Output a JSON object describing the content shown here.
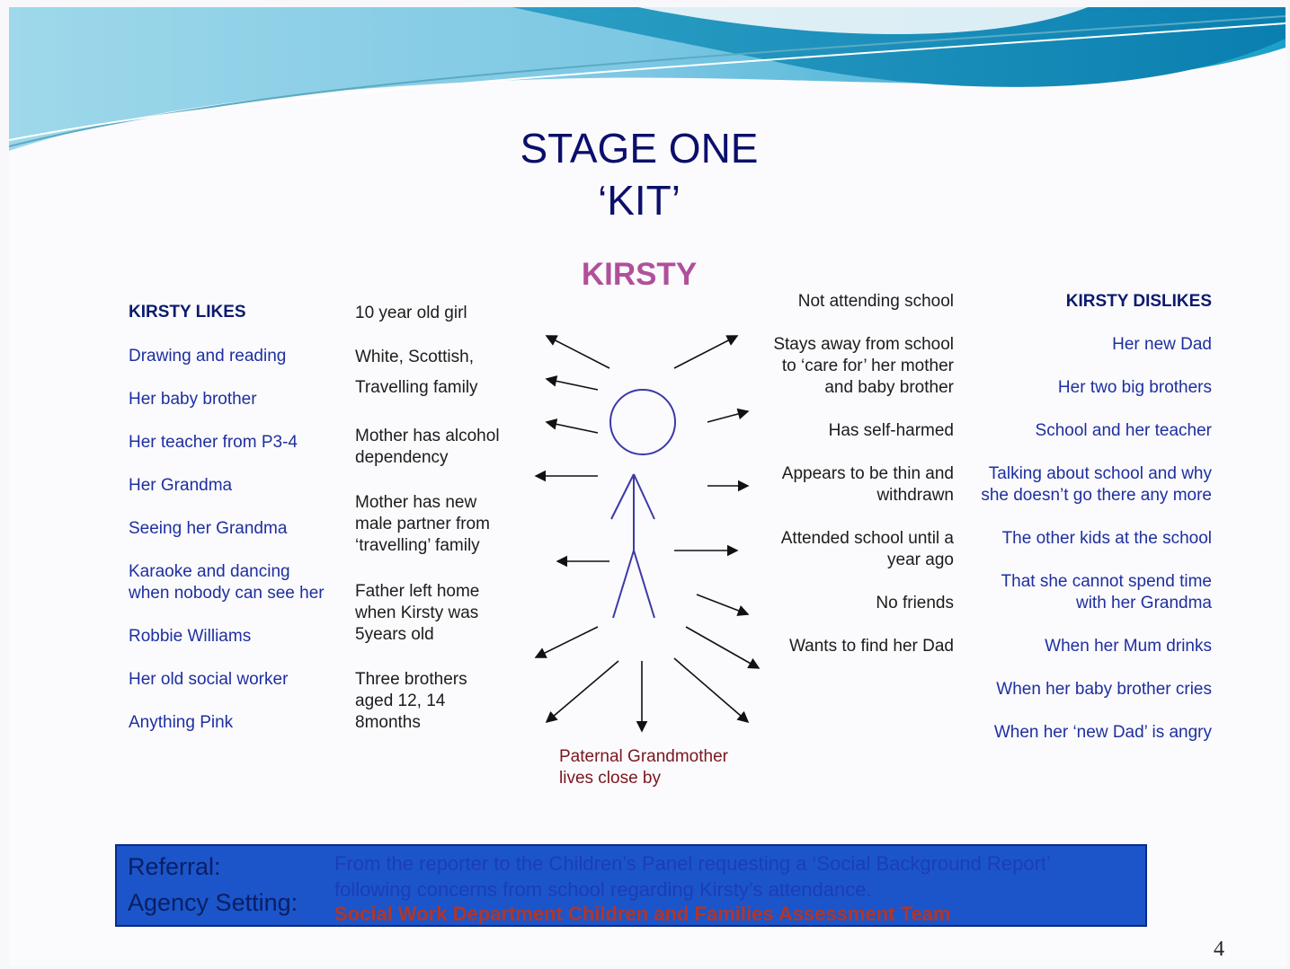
{
  "header": {
    "title_line1": "STAGE ONE",
    "title_line2": "‘KIT’",
    "child_name": "KIRSTY"
  },
  "likes": {
    "heading": "KIRSTY LIKES",
    "items": [
      "Drawing and reading",
      "Her baby brother",
      "Her teacher from P3-4",
      "Her Grandma",
      "Seeing her Grandma",
      "Karaoke  and dancing",
      "when nobody can see her",
      "Robbie Williams",
      "Her old social worker",
      "Anything Pink"
    ]
  },
  "facts": {
    "items": [
      "10 year old girl",
      "White, Scottish,",
      "Travelling family",
      "Mother has alcohol",
      "dependency",
      "Mother has new",
      "male partner from",
      "‘travelling’ family",
      "Father left home",
      "when Kirsty was",
      "5years old",
      "Three brothers",
      "aged 12, 14",
      "8months"
    ]
  },
  "concerns": {
    "items": [
      "Not attending school",
      "Stays away from school",
      "to ‘care for’ her mother",
      "and baby brother",
      "Has self-harmed",
      "Appears to be thin and",
      "withdrawn",
      "Attended school until a",
      "year ago",
      "No friends",
      "Wants to find her Dad"
    ]
  },
  "dislikes": {
    "heading": "KIRSTY DISLIKES",
    "items": [
      "Her new Dad",
      "Her two big brothers",
      "School and her teacher",
      "Talking about school and why",
      "she doesn’t go there any more",
      "The other kids at the school",
      "That she cannot spend  time",
      "with her Grandma",
      "When her Mum drinks",
      "When her baby brother cries",
      "When her ‘new Dad’ is angry"
    ]
  },
  "grandmother_note": {
    "line1": "Paternal Grandmother",
    "line2": "lives close by"
  },
  "banner": {
    "referral_label": "Referral:",
    "agency_label": "Agency Setting:",
    "line1": "From the reporter to the Children’s Panel requesting a ‘Social Background Report’",
    "line2": "following concerns from school regarding Kirsty’s attendance.",
    "line3": "Social Work Department Children and Families Assessment Team"
  },
  "page_number": "4",
  "colors": {
    "title": "#0b0f6b",
    "name": "#b0509a",
    "banner_bg": "#1b55c9",
    "text_blue": "#1e2fa0"
  }
}
